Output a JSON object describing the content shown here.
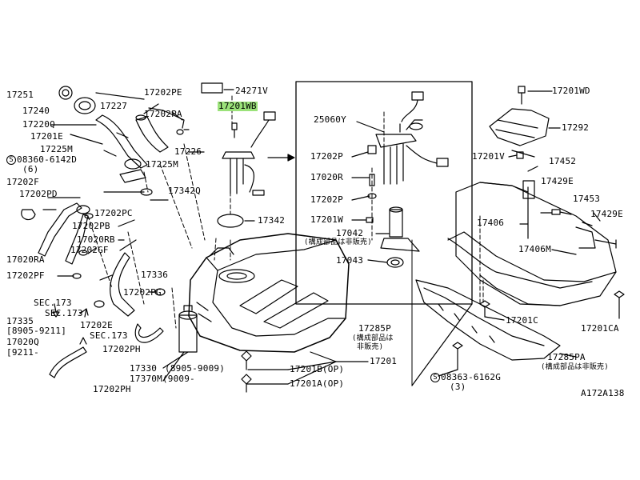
{
  "diagram_id": "A172A138",
  "labels": {
    "p17251": "17251",
    "p17240": "17240",
    "p17220Q": "17220Q",
    "p17201E": "17201E",
    "p17225M_a": "17225M",
    "p08360": "08360-6142D",
    "p08360_qty": "(6)",
    "p17202F": "17202F",
    "p17202PD": "17202PD",
    "p17202PE": "17202PE",
    "p17227": "17227",
    "p17202PA": "17202PA",
    "p17226": "17226",
    "p17225M_b": "17225M",
    "p17342Q": "17342Q",
    "p24271V": "24271V",
    "p17201WB": "17201WB",
    "p17342": "17342",
    "p17202PC": "17202PC",
    "p17202PB": "17202PB",
    "p17020RB": "17020RB",
    "p17202GF": "17202GF",
    "p17020RA": "17020RA",
    "p17336": "17336",
    "p17202PF": "17202PF",
    "p17202PG": "17202PG",
    "sec173_a": "SEC.173",
    "sec173_b": "SEC.173",
    "sec173_c": "SEC.173",
    "p17335": "17335",
    "p17335_date": "[8905-9211]",
    "p17020Q": "17020Q",
    "p17020Q_date": "[9211-",
    "p17202E": "17202E",
    "p17202PH_a": "17202PH",
    "p17202PH_b": "17202PH",
    "p17330": "17330",
    "p17330_date": "(8905-9009)",
    "p17370M": "17370M(9009-",
    "p17285P": "17285P",
    "p17285P_note": "(構成部品は",
    "p17285P_note2": "非販売)",
    "p17201B": "17201B(OP)",
    "p17201A": "17201A(OP)",
    "p17201": "17201",
    "p25060Y": "25060Y",
    "p17202P_a": "17202P",
    "p17020R": "17020R",
    "p17202P_b": "17202P",
    "p17201W": "17201W",
    "p17042": "17042",
    "p17042_note": "(構成部品は非販売)",
    "p17043": "17043",
    "p17201WD": "17201WD",
    "p17292": "17292",
    "p17201V": "17201V",
    "p17452": "17452",
    "p17429E_a": "17429E",
    "p17453": "17453",
    "p17429E_b": "17429E",
    "p17406_a": "17406",
    "p17406M": "17406M",
    "p17201C": "17201C",
    "p17201CA": "17201CA",
    "p17285PA": "17285PA",
    "p17285PA_note": "(構成部品は非販売)",
    "p08363": "08363-6162G",
    "p08363_qty": "(3)",
    "screw_symbol": "S",
    "diagram_code": "A172A138"
  },
  "colors": {
    "line": "#000000",
    "highlight": "#9be27a",
    "background": "#ffffff"
  }
}
